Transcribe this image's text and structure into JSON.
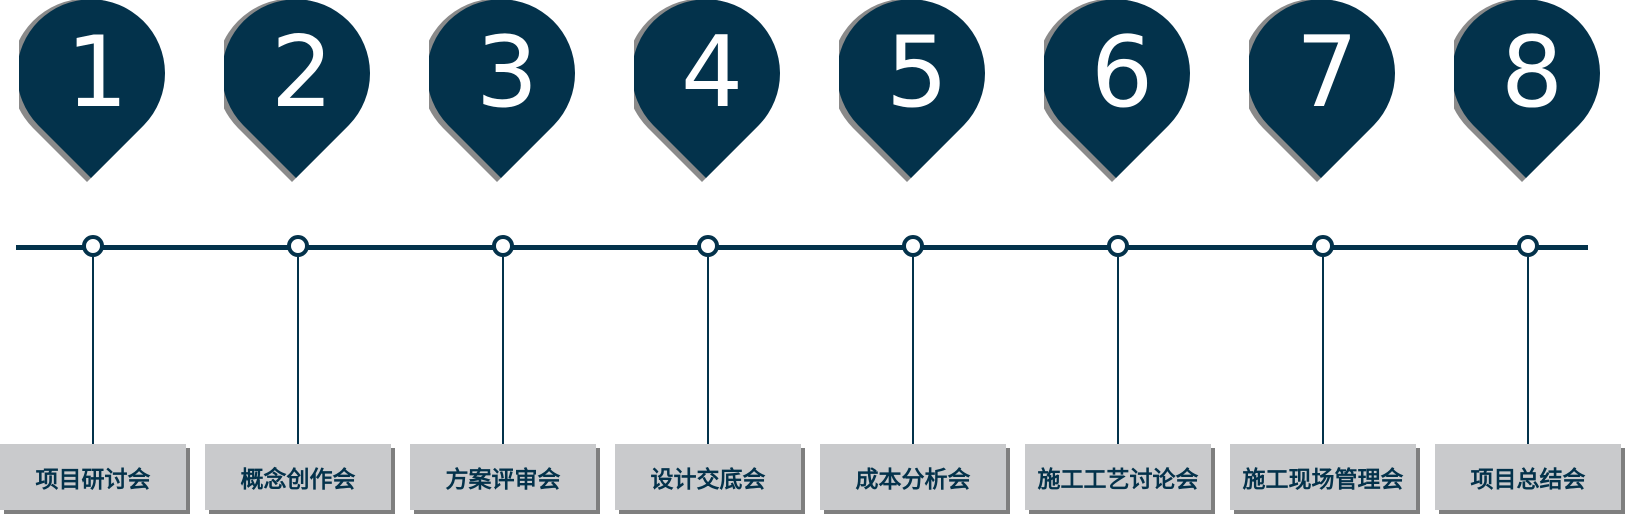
{
  "colors": {
    "primary": "#03324b",
    "label_bg": "#c9cacc",
    "shadow": "#7f7f7f",
    "text_on_pin": "#ffffff"
  },
  "steps": [
    {
      "number": "1",
      "label": "项目研讨会"
    },
    {
      "number": "2",
      "label": "概念创作会"
    },
    {
      "number": "3",
      "label": "方案评审会"
    },
    {
      "number": "4",
      "label": "设计交底会"
    },
    {
      "number": "5",
      "label": "成本分析会"
    },
    {
      "number": "6",
      "label": "施工工艺讨论会"
    },
    {
      "number": "7",
      "label": "施工现场管理会"
    },
    {
      "number": "8",
      "label": "项目总结会"
    }
  ]
}
